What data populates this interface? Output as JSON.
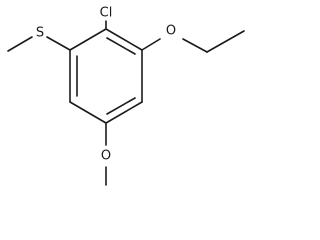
{
  "molecule": {
    "atoms": {
      "chlorine": "Cl",
      "sulfur": "S",
      "oxygen_ethoxy": "O",
      "oxygen_methoxy": "O"
    }
  }
}
